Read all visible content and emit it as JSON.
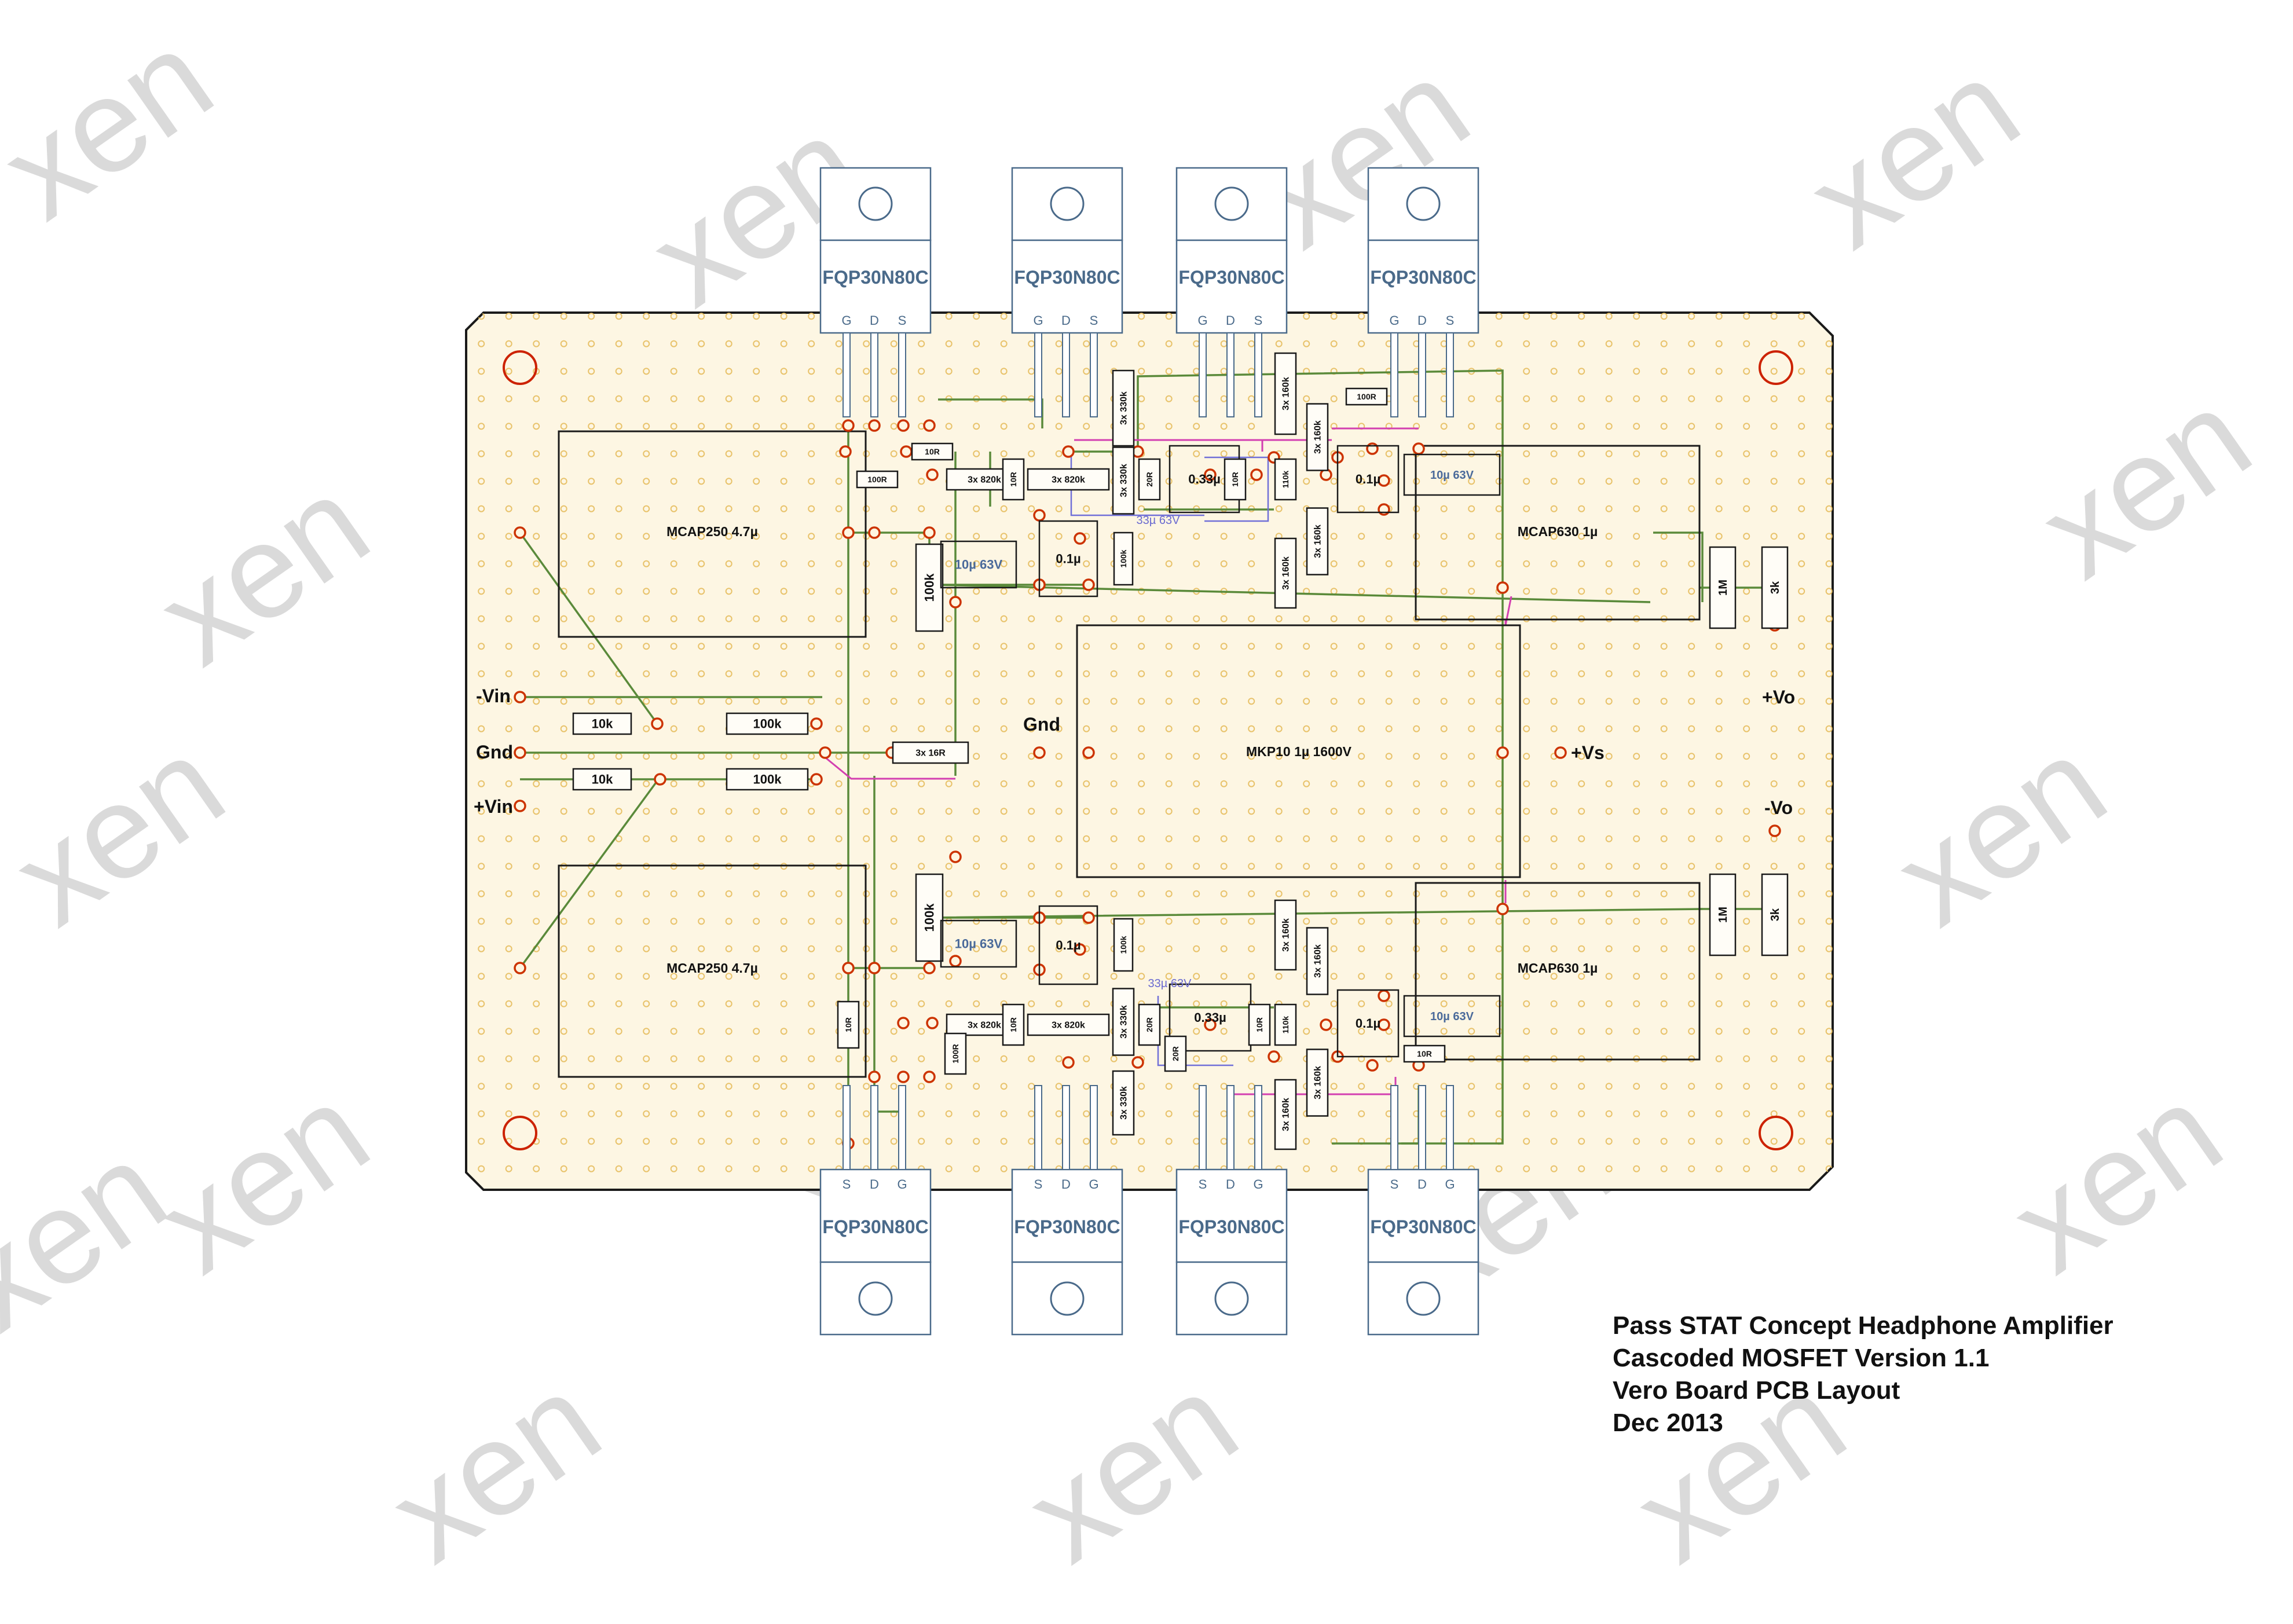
{
  "title_block": {
    "line1": "Pass STAT Concept Headphone Amplifier",
    "line2": "Cascoded MOSFET  Version 1.1",
    "line3": "Vero Board PCB Layout",
    "line4": "Dec 2013"
  },
  "watermark": {
    "text": "xen"
  },
  "colors": {
    "board": "#fdf6e3",
    "board_outline": "#1a1a1a",
    "pad_ring": "#cc3300",
    "grid_dot": "#e8c26a",
    "wire_green": "#5a8a3a",
    "wire_magenta": "#d33fb0",
    "wire_blue": "#6a6ad0",
    "mosfet_blue": "#4a6a8a",
    "watermark": "#dcdcdc"
  },
  "mosfet": {
    "part": "FQP30N80C",
    "pins_top": [
      "G",
      "D",
      "S"
    ],
    "pins_bottom": [
      "S",
      "D",
      "G"
    ]
  },
  "terminals": {
    "minus_vin": "-Vin",
    "gnd": "Gnd",
    "plus_vin": "+Vin",
    "gnd_center": "Gnd",
    "plus_vs": "+Vs",
    "plus_vo": "+Vo",
    "minus_vo": "-Vo"
  },
  "caps": {
    "mcap250_top": "MCAP250 4.7µ",
    "mcap250_bottom": "MCAP250 4.7µ",
    "mcap630_top": "MCAP630 1µ",
    "mcap630_bottom": "MCAP630 1µ",
    "mkp10": "MKP10 1µ 1600V"
  },
  "parts": {
    "r10k": "10k",
    "r100k": "100k",
    "r3x16r": "3x 16R",
    "r100k_v": "100k",
    "c10u63": "10µ 63V",
    "c01": "0.1µ",
    "c033": "0.33µ",
    "r3x820k": "3x 820k",
    "r10r": "10R",
    "r100r": "100R",
    "r3x330k": "3x 330k",
    "r20r": "20R",
    "r110k": "110k",
    "r3x160k": "3x 160k",
    "r1m": "1M",
    "r3k": "3k",
    "c33u63": "33µ 63V",
    "r100k_small": "100k"
  }
}
